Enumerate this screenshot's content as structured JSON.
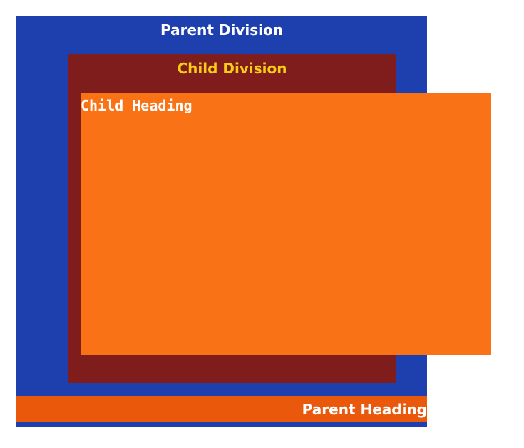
{
  "parent_division": {
    "label": "Parent Division",
    "background": "#1e40af",
    "text_color": "#ffffff"
  },
  "child_division": {
    "label": "Child Division",
    "background": "#7f1d1d",
    "text_color": "#facc15"
  },
  "child_heading": {
    "label": "Child Heading",
    "background": "#f97316",
    "text_color": "#ffffff"
  },
  "parent_heading": {
    "label": "Parent Heading",
    "background": "#ea580c",
    "text_color": "#ffffff"
  }
}
